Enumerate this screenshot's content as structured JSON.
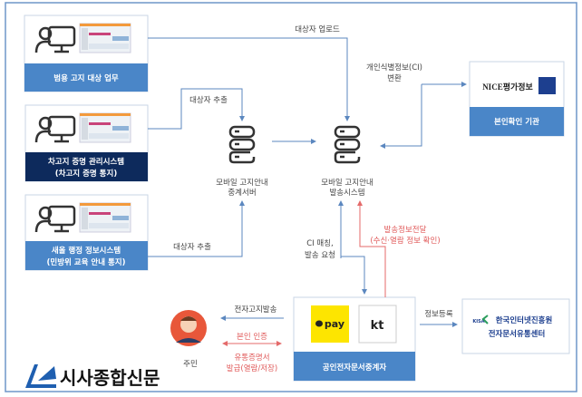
{
  "systems": [
    {
      "label": "범용 고지 대상 업무",
      "color": "#4a86c8"
    },
    {
      "label": "차고지 증명 관리시스템",
      "sublabel": "(차고지 증명 통지)",
      "color": "#0d2a5c"
    },
    {
      "label": "새올 행정 정보시스템",
      "sublabel": "(민방위 교육 안내 통지)",
      "color": "#4a86c8"
    }
  ],
  "relay_server": {
    "line1": "모바일 고지안내",
    "line2": "중계서버"
  },
  "dispatch_system": {
    "line1": "모바일 고지안내",
    "line2": "발송시스템"
  },
  "nice": {
    "logo": "NICE평가정보",
    "label": "본인확인 기관"
  },
  "relay_provider": {
    "pay_logo": "pay",
    "kt_logo": "kt",
    "label": "공인전자문서중계자"
  },
  "kisa": {
    "logo": "KISA",
    "line1": "한국인터넷진흥원",
    "line2": "전자문서유통센터"
  },
  "resident": {
    "label": "주민"
  },
  "flows": {
    "upload": "대상자 업로드",
    "extract1": "대상자 추출",
    "extract2": "대상자 추출",
    "ci_line1": "개인식별정보(CI)",
    "ci_line2": "변환",
    "ci_match1": "CI 매칭,",
    "ci_match2": "발송 요청",
    "send_info1": "발송정보전달",
    "send_info2": "(수신·열람 정보 확인)",
    "e_notice": "전자고지발송",
    "auth": "본인 인증",
    "cert1": "유통증명서",
    "cert2": "발급(열람/저장)",
    "register": "정보등록"
  },
  "watermark": "시사종합신문",
  "colors": {
    "blue": "#4a86c8",
    "navy": "#0d2a5c",
    "red": "#e05a5a",
    "kakao": "#fde500"
  }
}
